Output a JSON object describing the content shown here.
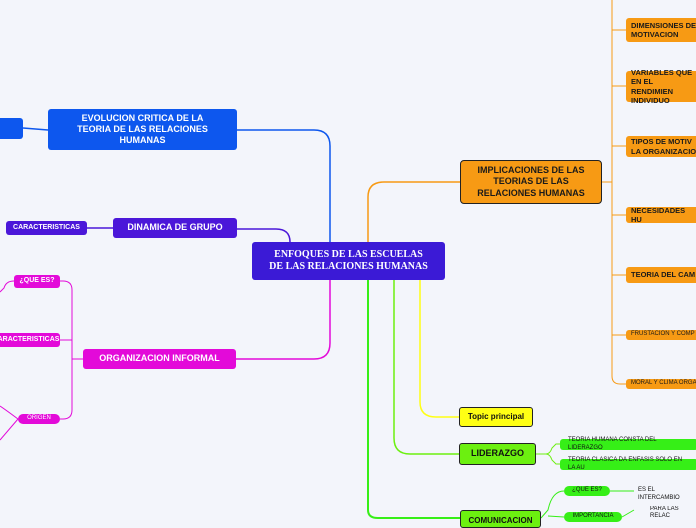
{
  "central": {
    "label": "ENFOQUES DE LAS ESCUELAS\nDE LAS RELACIONES HUMANAS"
  },
  "left": {
    "evolucion": {
      "label": "EVOLUCION  CRITICA DE LA\nTEORIA DE LAS RELACIONES\nHUMANAS"
    },
    "dinamica": {
      "label": "DINAMICA DE GRUPO",
      "child": "CARACTERISTICAS"
    },
    "organizacion": {
      "label": "ORGANIZACION INFORMAL",
      "children": [
        "¿QUE ES?",
        "CARACTERISTICAS",
        "ORIGEN"
      ]
    }
  },
  "right": {
    "implicaciones": {
      "label": "IMPLICACIONES DE LAS\nTEORIAS DE LAS\nRELACIONES HUMANAS",
      "children": [
        "DIMENSIONES DE\nMOTIVACION",
        "VARIABLES QUE\nEN EL RENDIMIEN\nINDIVIDUO",
        "TIPOS DE MOTIV\nLA ORGANIZACIO",
        "NECESIDADES HU",
        "TEORIA DEL CAM",
        "FRUSTACION Y COMP",
        "MORAL Y CLIMA ORGA"
      ]
    },
    "topic": {
      "label": "Topic principal"
    },
    "liderazgo": {
      "label": "LIDERAZGO",
      "children": [
        "TEORIA HUMANA CONSTA DEL LIDERAZGO",
        "TEORIA CLASICA DA ENFASIS SOLO EN LA AU"
      ]
    },
    "comunicacion": {
      "label": "COMUNICACION",
      "children": [
        {
          "label": "¿QUE ES?",
          "detail": "ES EL INTERCAMBIO"
        },
        {
          "label": "IMPORTANCIA",
          "detail": "PARA LAS RELAC\nCON CLARIDAD"
        }
      ]
    }
  },
  "colors": {
    "background": "#f3f5fb",
    "central": "#3b1ad6",
    "blue": "#0d57ee",
    "violet": "#4b17d9",
    "magenta": "#e30ad9",
    "orange": "#f79a14",
    "yellow": "#ffff14",
    "green": "#6cf010"
  }
}
